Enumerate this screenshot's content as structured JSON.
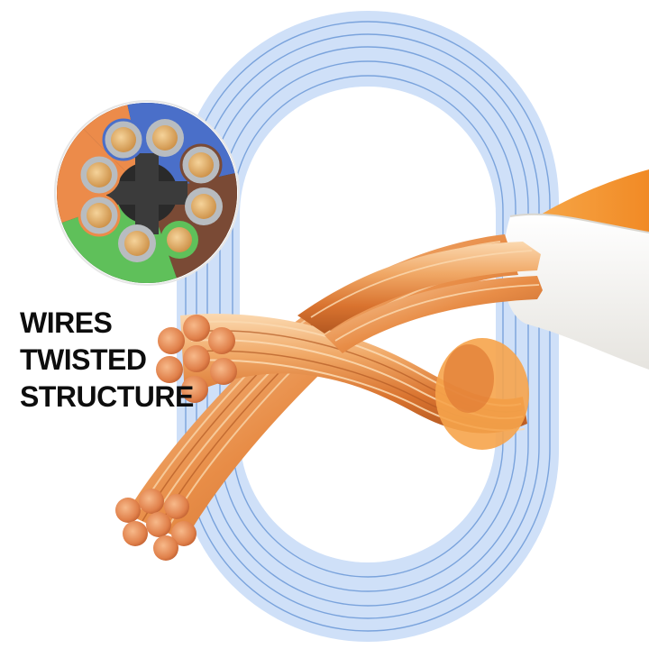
{
  "caption": {
    "line1": "WIRES",
    "line2": "TWISTED",
    "line3": "STRUCTURE"
  },
  "colors": {
    "background": "#ffffff",
    "loop_light_blue": "#cfe0f8",
    "loop_line_blue": "#6f9bd8",
    "copper_light": "#f6c89a",
    "copper_mid": "#e8914e",
    "copper_dark": "#b65a22",
    "cable_orange": "#f39a3a",
    "jacket_white": "#f4f4f2",
    "pair_blue": "#4a6fc9",
    "pair_brown": "#7a4a35",
    "pair_green": "#5fc05a",
    "pair_orange": "#ec8b4a",
    "insulation_grey": "#b8bcc0",
    "text": "#0d0d0d"
  },
  "icons": [
    "cable-cross-section-icon",
    "twisted-copper-wire-icon",
    "cable-loop-icon"
  ]
}
